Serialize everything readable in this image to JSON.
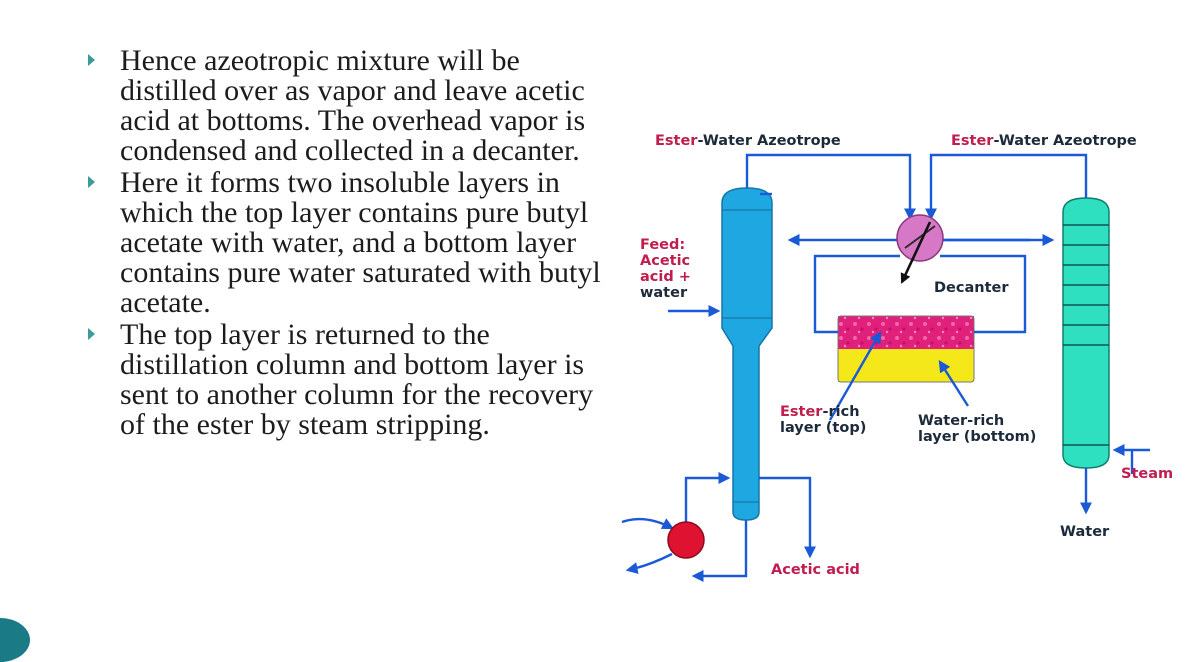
{
  "bullets": [
    "Hence azeotropic mixture will be distilled over as vapor and leave acetic acid at bottoms. The overhead vapor is condensed and collected in a decanter.",
    "Here it forms two insoluble layers in which the top layer contains pure butyl acetate with water, and a bottom layer contains pure water saturated with butyl acetate.",
    "The top layer is returned to the distillation column and bottom layer is sent to another column for the recovery of the ester by steam stripping."
  ],
  "diagram": {
    "azeotrope_left": {
      "ester": "Ester",
      "rest": "-Water Azeotrope"
    },
    "azeotrope_right": {
      "ester": "Ester",
      "rest": "-Water Azeotrope"
    },
    "feed": {
      "line1": "Feed:",
      "line2": "Acetic",
      "line3": "acid +",
      "line4": "water"
    },
    "decanter": "Decanter",
    "ester_layer": {
      "ester": "Ester",
      "rest": "-rich",
      "line2": "layer (top)"
    },
    "water_layer": {
      "line1": "Water-rich",
      "line2": "layer (bottom)"
    },
    "steam": "Steam",
    "water_out": "Water",
    "acetic_acid_out": "Acetic acid"
  },
  "colors": {
    "column_blue": "#1ea7e0",
    "stripper_green": "#2ee0c0",
    "arrow_blue": "#1a5ad6",
    "ester_red": "#c01e4e",
    "condenser_pink": "#d778c6",
    "reboiler_red": "#e01232",
    "ester_layer_magenta": "#e0207a",
    "water_layer_yellow": "#f4e81a"
  }
}
